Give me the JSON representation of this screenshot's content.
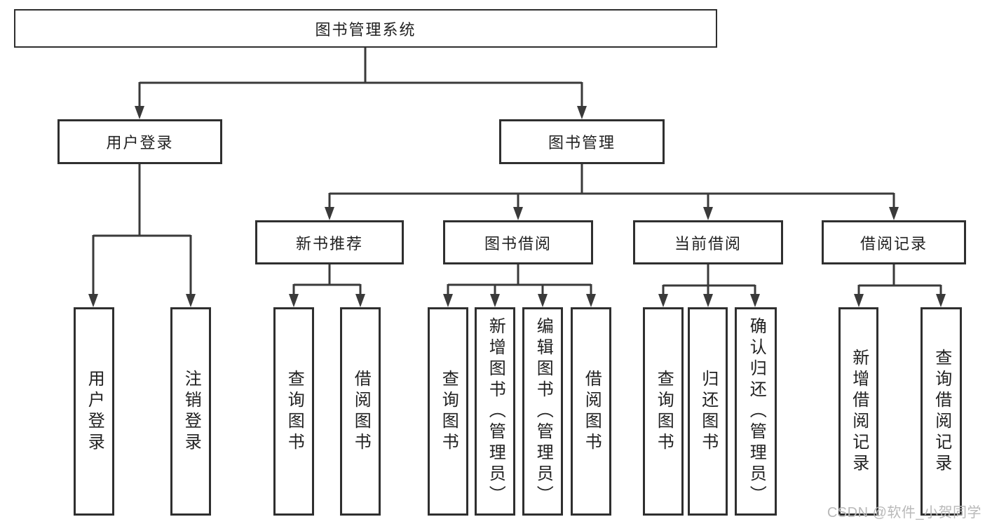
{
  "colors": {
    "line": "#3a3a3a",
    "box-border": "#2f2f2f",
    "text": "#212121",
    "watermark": "#b9b9b9",
    "background": "#ffffff"
  },
  "watermark": {
    "text": "CSDN @软件_小贺同学"
  },
  "tree": {
    "root": {
      "label": "图书管理系统"
    },
    "level2": [
      {
        "label": "用户登录",
        "children": [
          {
            "label": "用户登录"
          },
          {
            "label": "注销登录"
          }
        ]
      },
      {
        "label": "图书管理",
        "children": [
          {
            "label": "新书推荐",
            "children": [
              {
                "label": "查询图书"
              },
              {
                "label": "借阅图书"
              }
            ]
          },
          {
            "label": "图书借阅",
            "children": [
              {
                "label": "查询图书"
              },
              {
                "label": "新增图书（管理员）"
              },
              {
                "label": "编辑图书（管理员）"
              },
              {
                "label": "借阅图书"
              }
            ]
          },
          {
            "label": "当前借阅",
            "children": [
              {
                "label": "查询图书"
              },
              {
                "label": "归还图书"
              },
              {
                "label": "确认归还（管理员）"
              }
            ]
          },
          {
            "label": "借阅记录",
            "children": [
              {
                "label": "新增借阅记录"
              },
              {
                "label": "查询借阅记录"
              }
            ]
          }
        ]
      }
    ]
  }
}
